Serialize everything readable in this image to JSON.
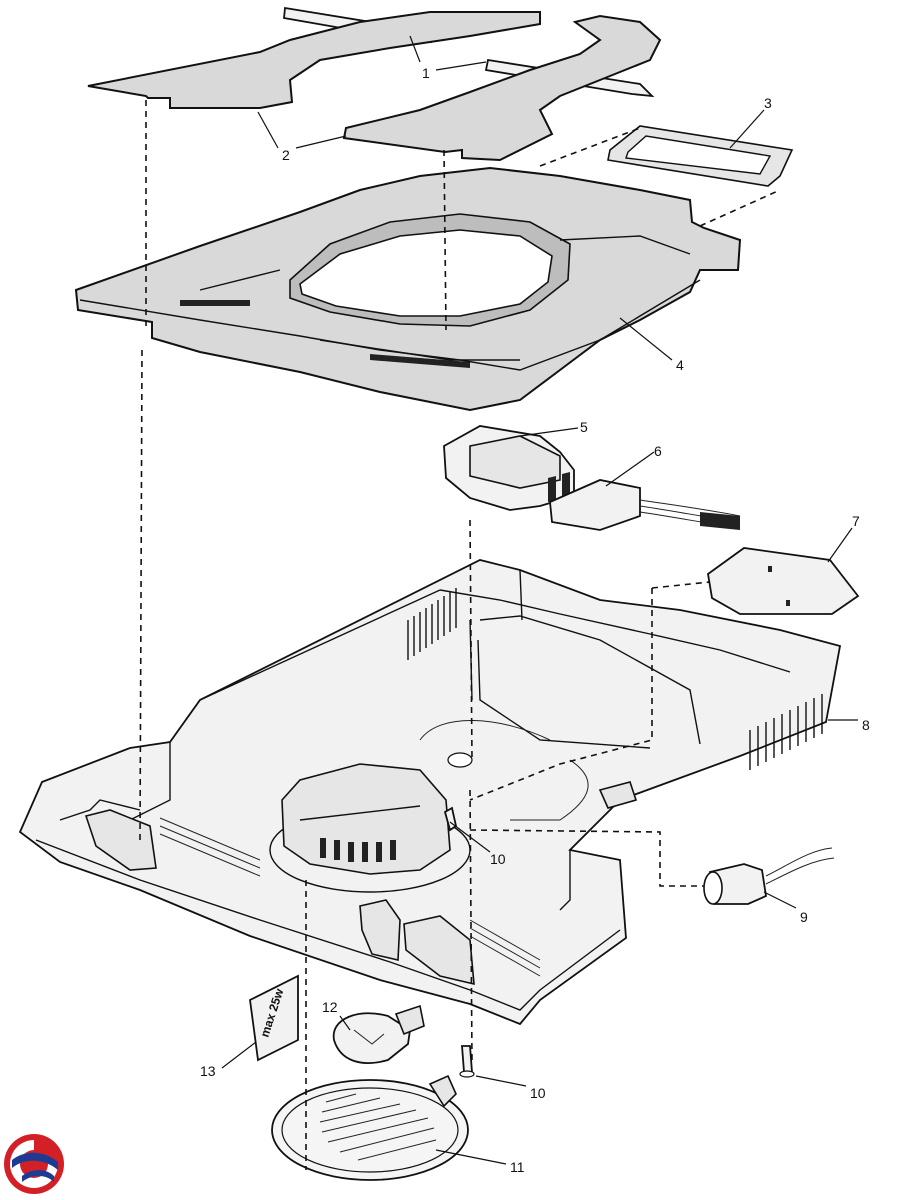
{
  "callouts": [
    {
      "id": "1",
      "text": "1"
    },
    {
      "id": "2",
      "text": "2"
    },
    {
      "id": "3",
      "text": "3"
    },
    {
      "id": "4",
      "text": "4"
    },
    {
      "id": "5",
      "text": "5"
    },
    {
      "id": "6",
      "text": "6"
    },
    {
      "id": "7",
      "text": "7"
    },
    {
      "id": "8",
      "text": "8"
    },
    {
      "id": "9",
      "text": "9"
    },
    {
      "id": "10a",
      "text": "10"
    },
    {
      "id": "10b",
      "text": "10"
    },
    {
      "id": "11",
      "text": "11"
    },
    {
      "id": "12",
      "text": "12"
    },
    {
      "id": "13",
      "text": "13"
    }
  ],
  "lamp_label": "max 25w",
  "colors": {
    "logo_red": "#d32027",
    "logo_blue": "#1f3a93",
    "foam": "#d9d9d9",
    "outline": "#111111"
  }
}
